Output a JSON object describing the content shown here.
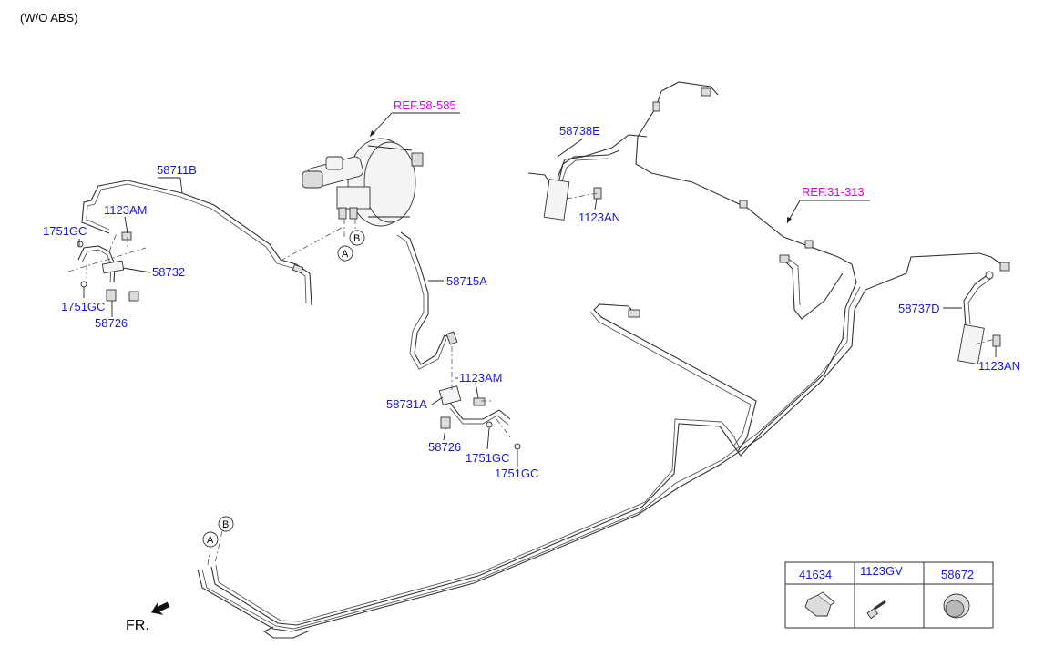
{
  "header": {
    "variant": "(W/O ABS)"
  },
  "refs": {
    "booster": "REF.58-585",
    "fuel": "REF.31-313"
  },
  "callouts": {
    "line_front_left": "58711B",
    "bolt_left": "1123AM",
    "clip_left_top": "1751GC",
    "hose_left": "58732",
    "clip_left_bottom": "1751GC",
    "union_left": "58726",
    "line_center": "58715A",
    "bolt_center": "1123AM",
    "hose_center": "58731A",
    "union_center": "58726",
    "clip_center_1": "1751GC",
    "clip_center_2": "1751GC",
    "hose_rear_left": "58738E",
    "bolt_rear_left": "1123AN",
    "hose_rear_right": "58737D",
    "bolt_rear_right": "1123AN"
  },
  "markers": {
    "a": "A",
    "b": "B"
  },
  "front_indicator": "FR.",
  "parts_table": {
    "headers": [
      "41634",
      "1123GV",
      "58672"
    ],
    "icons": [
      "clip-part-icon",
      "bolt-part-icon",
      "grommet-part-icon"
    ]
  },
  "colors": {
    "callout": "#1a1ad6",
    "reference": "#e600e6",
    "lines": "#333333"
  }
}
